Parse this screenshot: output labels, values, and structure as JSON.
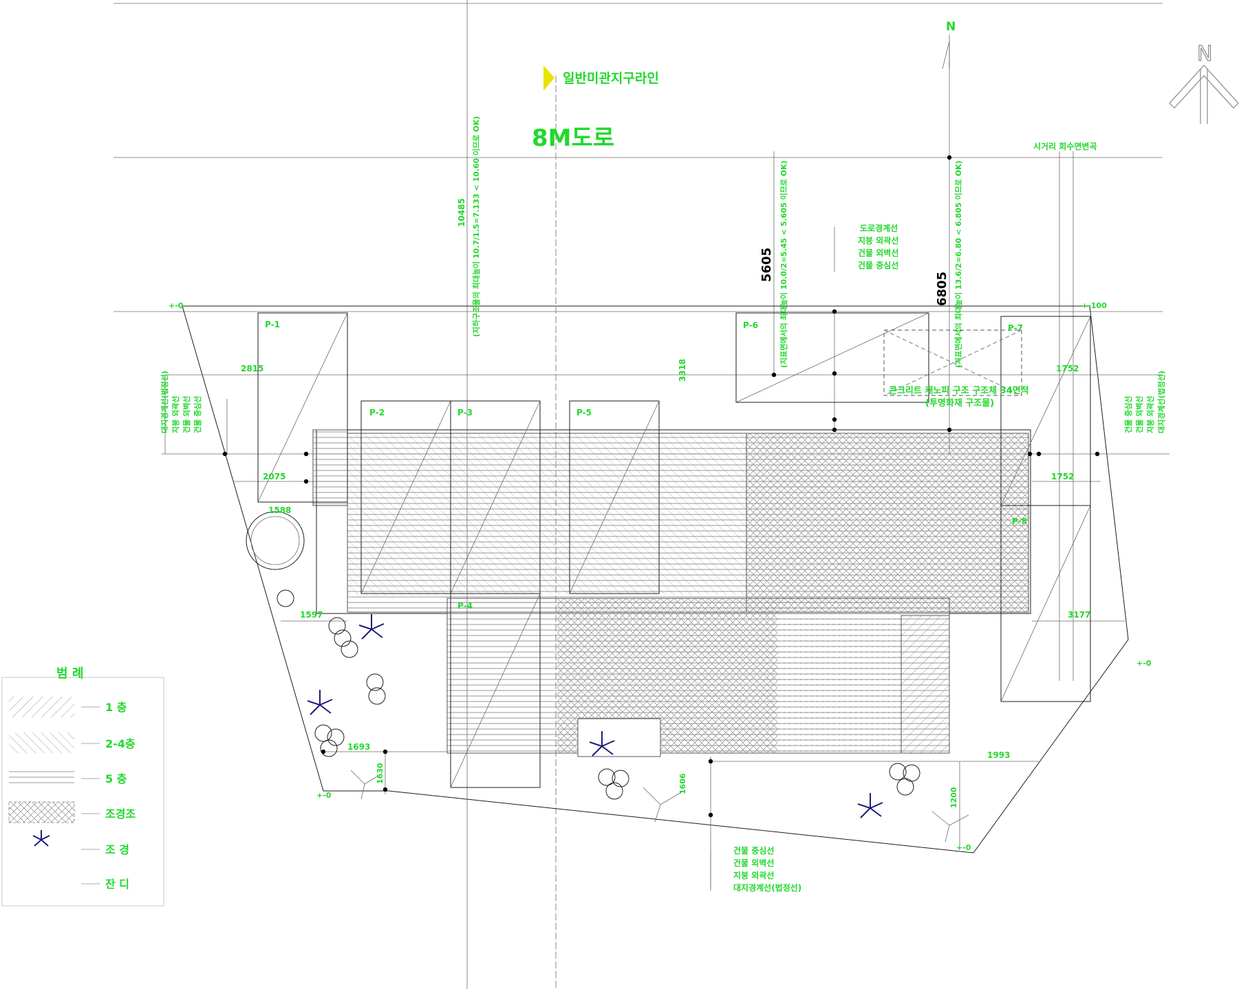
{
  "road": {
    "label": "8M도로",
    "district_line": "일반미관지구라인",
    "north_mark": "N"
  },
  "compass": {
    "label": "N"
  },
  "edge_top_right": "시거리 회수면변곡",
  "dimensions": {
    "d5605": "5605",
    "d6805": "6805",
    "d10485": "10485",
    "d2815": "2815",
    "d2075": "2075",
    "d1588": "1588",
    "d1597": "1597",
    "d1693": "1693",
    "d1752a": "1752",
    "d1752b": "1752",
    "d3177": "3177",
    "d1993": "1993",
    "d3318": "3318",
    "d1630": "1630",
    "d1606": "1606",
    "d1200": "1200"
  },
  "parking": [
    "P-1",
    "P-2",
    "P-3",
    "P-4",
    "P-5",
    "P-6",
    "P-7",
    "P-8"
  ],
  "notes": {
    "setback_text_1": "(지하구조물의 최대높이 10.7/1.5=7.133 < 10.60 이므로 OK)",
    "setback_text_2": "(지표면에서의 최대높이 10.0/2=5.45 < 5.605 이므로 OK)",
    "setback_text_3": "(지표면에서의 최대높이 13.6/2=6.80 < 6.805 이므로 OK)",
    "canopy_1": "콘크리트 캐노피 구조 구조체 34면적",
    "canopy_2": "(투명화재 구조물)"
  },
  "line_labels_top": [
    "도로경계선",
    "지붕 외곽선",
    "건물 외벽선",
    "건물 중심선"
  ],
  "line_labels_bottom": [
    "건물 중심선",
    "건물 외벽선",
    "지붕 외곽선",
    "대지경계선(법정선)"
  ],
  "line_labels_left": [
    "대지경계선(법정선)",
    "지붕 외곽선",
    "건물 외벽선",
    "건물 중심선"
  ],
  "line_labels_right": [
    "대지경계선(법정선)",
    "지붕 외곽선",
    "건물 외벽선",
    "건물 중심선"
  ],
  "levels": {
    "tl": "+-0",
    "tr": "+-100",
    "r": "+-0",
    "bl": "+-0",
    "br": "+-0"
  },
  "legend": {
    "title": "범  례",
    "items": [
      "1  층",
      "2-4층",
      "5  층",
      "조경조",
      "조  경",
      "잔  디"
    ]
  }
}
